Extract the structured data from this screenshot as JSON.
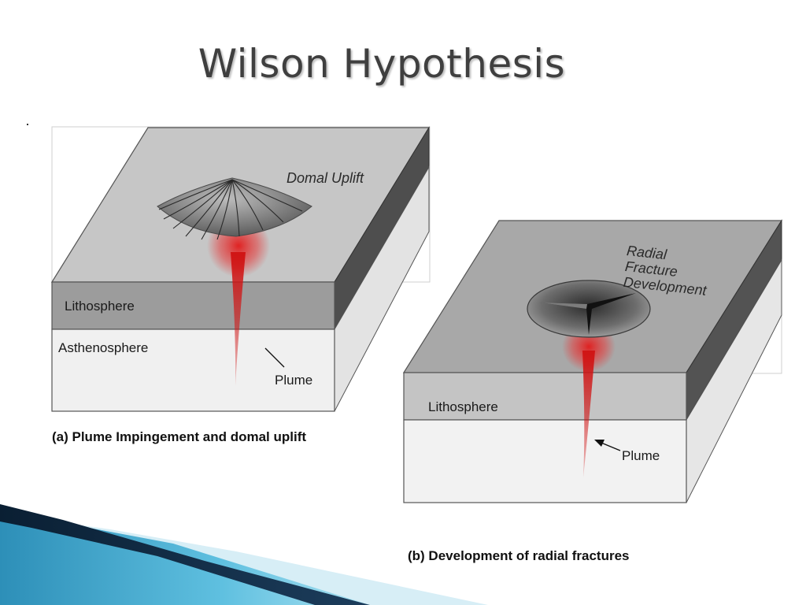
{
  "slide": {
    "title": "Wilson Hypothesis"
  },
  "diagram_a": {
    "label_feature": "Domal Uplift",
    "label_lithosphere": "Lithosphere",
    "label_asthenosphere": "Asthenosphere",
    "label_plume": "Plume",
    "caption": "(a) Plume Impingement and domal uplift"
  },
  "diagram_b": {
    "label_feature_lines": [
      "Radial",
      "Fracture",
      "Development"
    ],
    "label_lithosphere": "Lithosphere",
    "label_plume": "Plume",
    "caption": "(b) Development of radial fractures"
  },
  "colors": {
    "title": "#3f3f3f",
    "surface": "#c4c4c4",
    "lithosphere": "#9b9b9b",
    "asthenosphere": "#efefef",
    "plume": "#d51f1f",
    "wave_dark": "#0c2a44",
    "wave_light": "#4bb0d4"
  }
}
